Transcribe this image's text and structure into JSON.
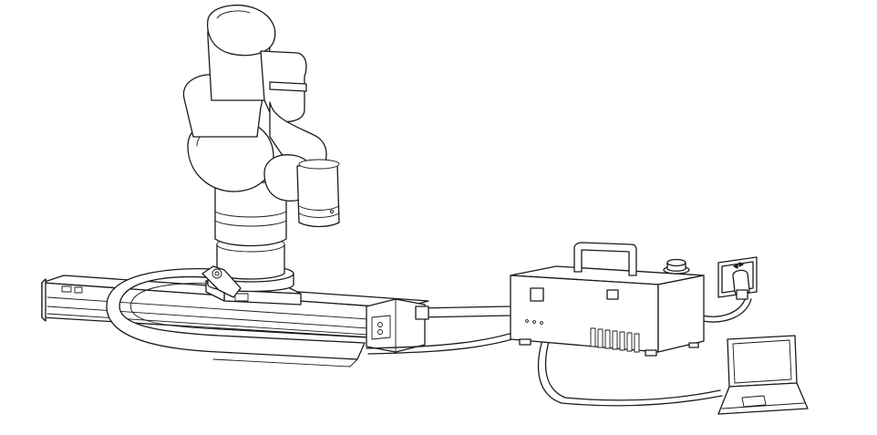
{
  "scene": {
    "background": "#ffffff",
    "line_color": "#1a1a1a",
    "components": [
      {
        "id": "robot-arm",
        "icon": "robot-arm-icon"
      },
      {
        "id": "linear-rail",
        "icon": "linear-rail-icon"
      },
      {
        "id": "cable-chain",
        "icon": "cable-chain-icon"
      },
      {
        "id": "control-box",
        "icon": "control-box-icon"
      },
      {
        "id": "emergency-stop",
        "icon": "emergency-stop-icon"
      },
      {
        "id": "power-outlet",
        "icon": "power-outlet-icon"
      },
      {
        "id": "laptop",
        "icon": "laptop-icon"
      }
    ]
  }
}
